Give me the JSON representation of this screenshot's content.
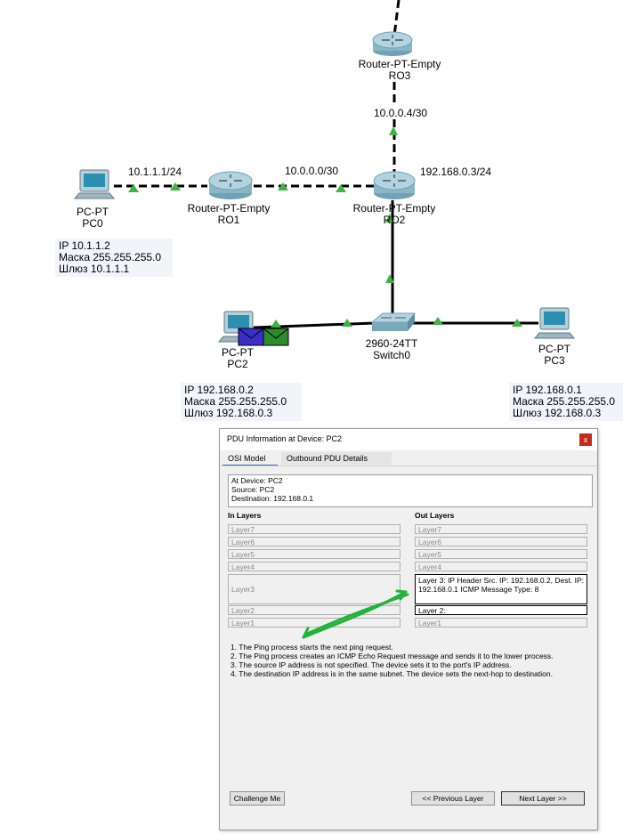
{
  "topology": {
    "devices": [
      {
        "id": "ro3",
        "model": "Router-PT-Empty",
        "name": "RO3"
      },
      {
        "id": "ro2",
        "model": "Router-PT-Empty",
        "name": "RO2"
      },
      {
        "id": "ro1",
        "model": "Router-PT-Empty",
        "name": "RO1"
      },
      {
        "id": "pc0",
        "model": "PC-PT",
        "name": "PC0"
      },
      {
        "id": "pc2",
        "model": "PC-PT",
        "name": "PC2"
      },
      {
        "id": "pc3",
        "model": "PC-PT",
        "name": "PC3"
      },
      {
        "id": "switch0",
        "model": "2960-24TT",
        "name": "Switch0"
      }
    ],
    "network_labels": {
      "ro2_ro3": "10.0.0.4/30",
      "ro1_ro2": "10.0.0.0/30",
      "pc0_ro1": "10.1.1.1/24",
      "ro2_lan": "192.168.0.3/24"
    },
    "info_boxes": {
      "pc0": [
        "IP 10.1.1.2",
        "Маска 255.255.255.0",
        "Шлюз 10.1.1.1"
      ],
      "pc2": [
        "IP 192.168.0.2",
        "Маска 255.255.255.0",
        "Шлюз 192.168.0.3"
      ],
      "pc3": [
        "IP 192.168.0.1",
        "Маска 255.255.255.0",
        "Шлюз 192.168.0.3"
      ]
    },
    "colors": {
      "link_up": "#3fb33f",
      "envelope_blue": "#3b2ec7",
      "envelope_green": "#2e8b2e",
      "annotation_arrow": "#21b33a"
    }
  },
  "dialog": {
    "title": "PDU Information at Device: PC2",
    "close_label": "x",
    "tabs": [
      "OSI Model",
      "Outbound PDU Details"
    ],
    "device_info": [
      "At Device: PC2",
      "Source: PC2",
      "Destination: 192.168.0.1"
    ],
    "in_layers_title": "In Layers",
    "out_layers_title": "Out Layers",
    "in_layers": [
      "Layer7",
      "Layer6",
      "Layer5",
      "Layer4",
      "Layer3",
      "Layer2",
      "Layer1"
    ],
    "out_layers": [
      "Layer7",
      "Layer6",
      "Layer5",
      "Layer4",
      "Layer 3: IP Header Src. IP: 192.168.0.2, Dest. IP: 192.168.0.1 ICMP Message Type: 8",
      "Layer 2:",
      "Layer1"
    ],
    "steps": [
      "1. The Ping process starts the next ping request.",
      "2. The Ping process creates an ICMP Echo Request message and sends it to the lower process.",
      "3. The source IP address is not specified. The device sets it to the port's IP address.",
      "4. The destination IP address is in the same subnet. The device sets the next-hop to destination."
    ],
    "buttons": {
      "challenge": "Challenge Me",
      "previous": "<< Previous Layer",
      "next": "Next Layer >>"
    }
  }
}
